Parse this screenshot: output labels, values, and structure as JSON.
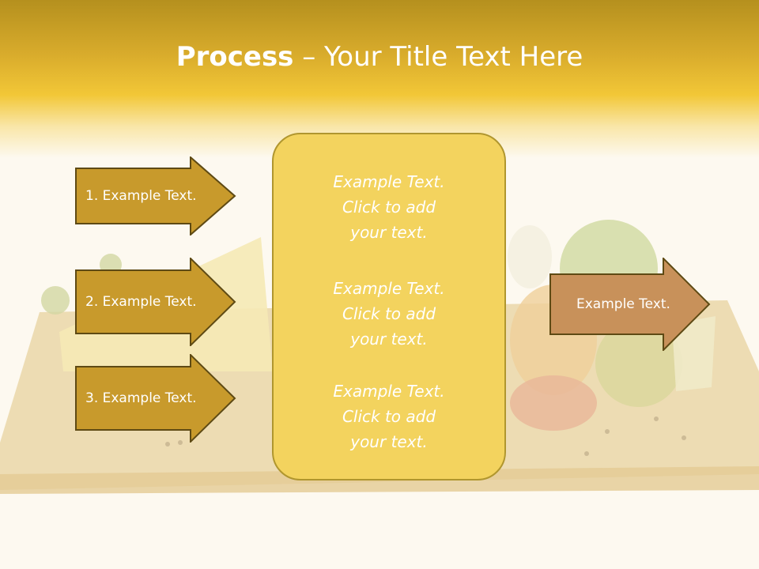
{
  "title": {
    "bold": "Process",
    "rest": " – Your Title Text Here"
  },
  "left_arrows": [
    {
      "label": "1. Example Text."
    },
    {
      "label": "2. Example Text."
    },
    {
      "label": "3. Example Text."
    }
  ],
  "center_panel": [
    {
      "line1": "Example Text.",
      "line2": "Click  to add",
      "line3": "your text."
    },
    {
      "line1": "Example Text.",
      "line2": "Click  to add",
      "line3": "your text."
    },
    {
      "line1": "Example Text.",
      "line2": "Click  to add",
      "line3": "your text."
    }
  ],
  "right_arrow": {
    "label": "Example Text."
  },
  "colors": {
    "arrow_fill": "#c89a2c",
    "arrow_stroke": "#5e4a14",
    "right_arrow_fill": "#c8915a",
    "panel_fill": "#f3d35e"
  }
}
